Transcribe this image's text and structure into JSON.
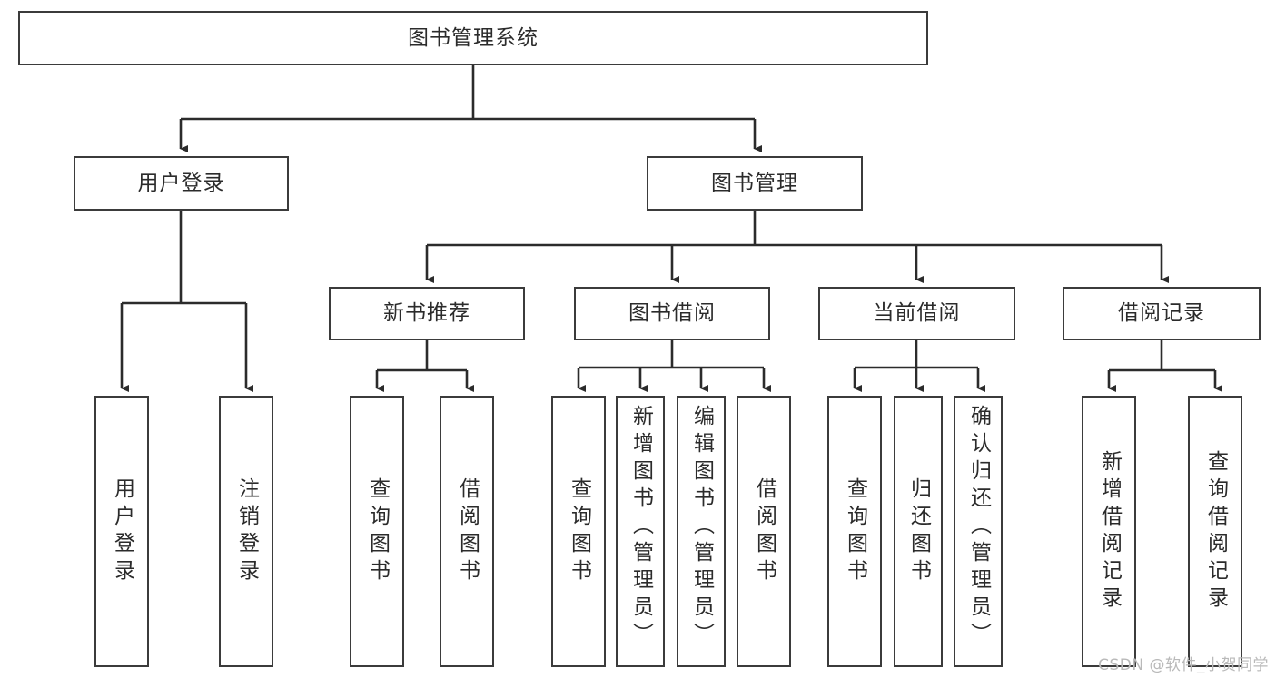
{
  "diagram": {
    "type": "tree-hierarchy-chart",
    "title": "图书管理系统",
    "colors": {
      "box_border": "#3b3b3b",
      "box_fill": "#ffffff",
      "connector": "#2b2b2b",
      "text": "#2b2b2b",
      "watermark": "#b9b9b9",
      "background": "#ffffff"
    },
    "root": {
      "label": "图书管理系统",
      "orientation": "horizontal"
    },
    "level2": [
      {
        "label": "用户登录",
        "orientation": "horizontal"
      },
      {
        "label": "图书管理",
        "orientation": "horizontal"
      }
    ],
    "level3": [
      {
        "label": "新书推荐",
        "orientation": "horizontal"
      },
      {
        "label": "图书借阅",
        "orientation": "horizontal"
      },
      {
        "label": "当前借阅",
        "orientation": "horizontal"
      },
      {
        "label": "借阅记录",
        "orientation": "horizontal"
      }
    ],
    "leaves": {
      "user_login": [
        {
          "label": "用户登录",
          "orientation": "vertical"
        },
        {
          "label": "注销登录",
          "orientation": "vertical"
        }
      ],
      "new_book_recommend": [
        {
          "label": "查询图书",
          "orientation": "vertical"
        },
        {
          "label": "借阅图书",
          "orientation": "vertical"
        }
      ],
      "book_borrow": [
        {
          "label": "查询图书",
          "orientation": "vertical"
        },
        {
          "label": "新增图书（管理员）",
          "orientation": "vertical"
        },
        {
          "label": "编辑图书（管理员）",
          "orientation": "vertical"
        },
        {
          "label": "借阅图书",
          "orientation": "vertical"
        }
      ],
      "current_borrow": [
        {
          "label": "查询图书",
          "orientation": "vertical"
        },
        {
          "label": "归还图书",
          "orientation": "vertical"
        },
        {
          "label": "确认归还（管理员）",
          "orientation": "vertical"
        }
      ],
      "borrow_records": [
        {
          "label": "新增借阅记录",
          "orientation": "vertical"
        },
        {
          "label": "查询借阅记录",
          "orientation": "vertical"
        }
      ]
    },
    "watermark": "CSDN @软件_小贺同学"
  }
}
